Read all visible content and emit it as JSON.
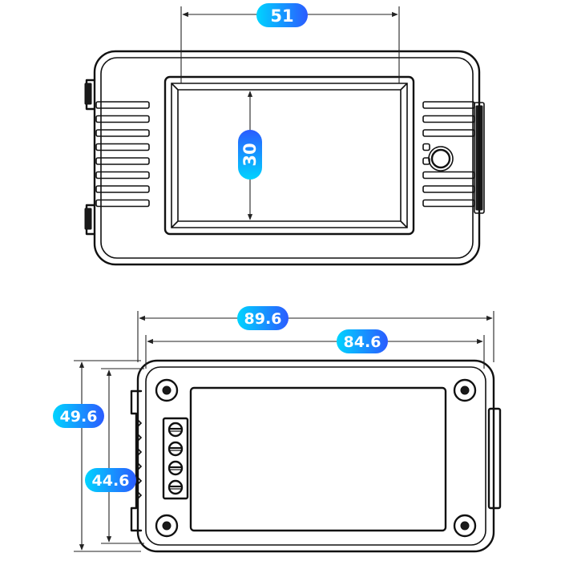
{
  "top_view": {
    "width_label": "51",
    "height_label": "30"
  },
  "bottom_view": {
    "outer_width_label": "89.6",
    "inner_width_label": "84.6",
    "outer_height_label": "49.6",
    "inner_height_label": "44.6",
    "terminal_count": 4
  },
  "colors": {
    "label_gradient_start": "#00d4ff",
    "label_gradient_end": "#2b5bff",
    "line": "#111111",
    "label_text": "#ffffff"
  }
}
